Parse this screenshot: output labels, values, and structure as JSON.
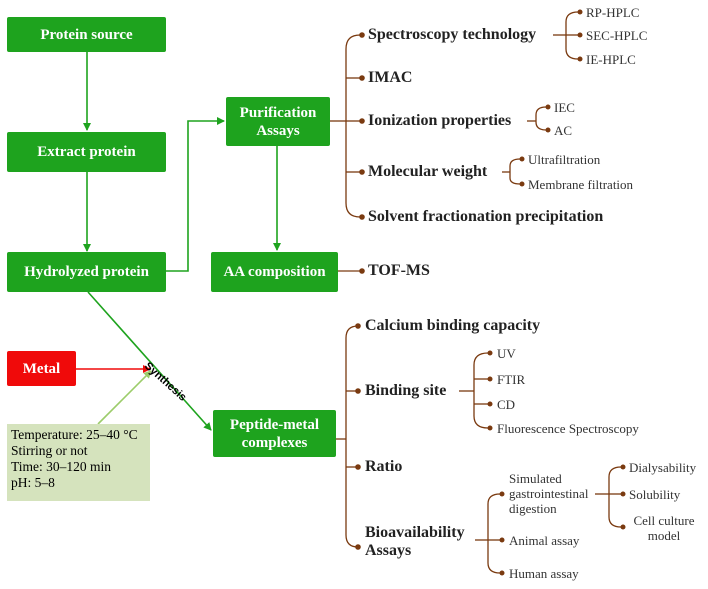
{
  "nodes": {
    "protein_source": "Protein source",
    "extract_protein": "Extract protein",
    "hydrolyzed_protein": "Hydrolyzed protein",
    "metal": "Metal",
    "purification_assays": "Purification Assays",
    "aa_composition": "AA composition",
    "peptide_metal_complexes": "Peptide-metal complexes"
  },
  "synthesis_label": "Synthesis",
  "conditions": [
    "Temperature: 25–40 °C",
    "Stirring or not",
    "Time: 30–120 min",
    "pH: 5–8"
  ],
  "purification_methods": {
    "spectroscopy": "Spectroscopy technology",
    "spectroscopy_items": [
      "RP-HPLC",
      "SEC-HPLC",
      "IE-HPLC"
    ],
    "imac": "IMAC",
    "ionization": "Ionization properties",
    "ionization_items": [
      "IEC",
      "AC"
    ],
    "molecular_weight": "Molecular weight",
    "molecular_weight_items": [
      "Ultrafiltration",
      "Membrane filtration"
    ],
    "solvent": "Solvent fractionation precipitation"
  },
  "aa_method": "TOF-MS",
  "complex_analysis": {
    "calcium": "Calcium binding capacity",
    "binding_site": "Binding site",
    "binding_site_items": [
      "UV",
      "FTIR",
      "CD",
      "Fluorescence Spectroscopy"
    ],
    "ratio": "Ratio",
    "bioavailability": "Bioavailability Assays",
    "bioavailability_items": [
      "Simulated gastrointestinal digestion",
      "Animal assay",
      "Human assay"
    ],
    "digestion_items": [
      "Dialysability",
      "Solubility",
      "Cell culture model"
    ]
  },
  "colors": {
    "node_green": "#1ea31e",
    "metal_red": "#f00a0a",
    "condition_bg": "#d5e3bd",
    "branch_brown": "#7a3a10",
    "arrow_green": "#1ea31e"
  }
}
